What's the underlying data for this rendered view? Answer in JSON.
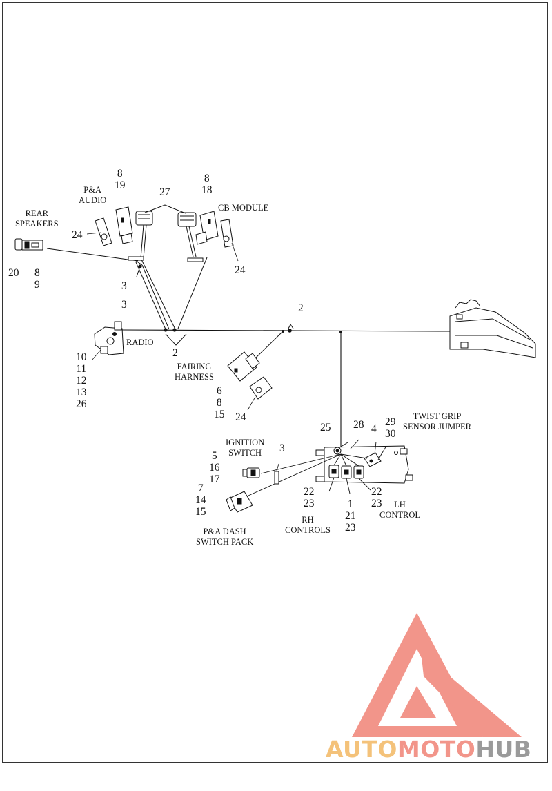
{
  "labels": {
    "pa_audio": [
      "P&A",
      "AUDIO"
    ],
    "rear_speakers": [
      "REAR",
      "SPEAKERS"
    ],
    "cb_module": "CB MODULE",
    "radio": "RADIO",
    "fairing_harness": [
      "FAIRING",
      "HARNESS"
    ],
    "twist_grip": [
      "TWIST GRIP",
      "SENSOR JUMPER"
    ],
    "ignition_switch": [
      "IGNITION",
      "SWITCH"
    ],
    "pa_dash": [
      "P&A DASH",
      "SWITCH PACK"
    ],
    "rh_controls": [
      "RH",
      "CONTROLS"
    ],
    "lh_control": [
      "LH",
      "CONTROL"
    ]
  },
  "callouts": {
    "pa_audio_nums": [
      "8",
      "19"
    ],
    "cb_nums": [
      "8",
      "18"
    ],
    "n27": "27",
    "n24_left": "24",
    "n24_right": "24",
    "rear_speaker_nums": [
      "20",
      "8",
      "9"
    ],
    "n3_upper": "3",
    "n3_radio": "3",
    "radio_nums": [
      "10",
      "11",
      "12",
      "13",
      "26"
    ],
    "n2_left": "2",
    "n2_mid": "2",
    "fairing_nums": [
      "6",
      "8",
      "15"
    ],
    "n24_fairing": "24",
    "n25": "25",
    "n28": "28",
    "n4": "4",
    "n29_30": [
      "29",
      "30"
    ],
    "ignition_nums": [
      "5",
      "16",
      "17"
    ],
    "n3_ignition": "3",
    "dash_nums": [
      "7",
      "14",
      "15"
    ],
    "rh_left_nums": [
      "22",
      "23"
    ],
    "rh_mid_nums": [
      "1",
      "21",
      "23"
    ],
    "rh_right_nums": [
      "22",
      "23"
    ]
  },
  "watermark": {
    "part1": "AUTO",
    "part2": "MOTO",
    "part3": "HUB",
    "color_auto": "#f4c27a",
    "color_moto": "#f2958a",
    "color_hub": "#9a9a9a"
  }
}
